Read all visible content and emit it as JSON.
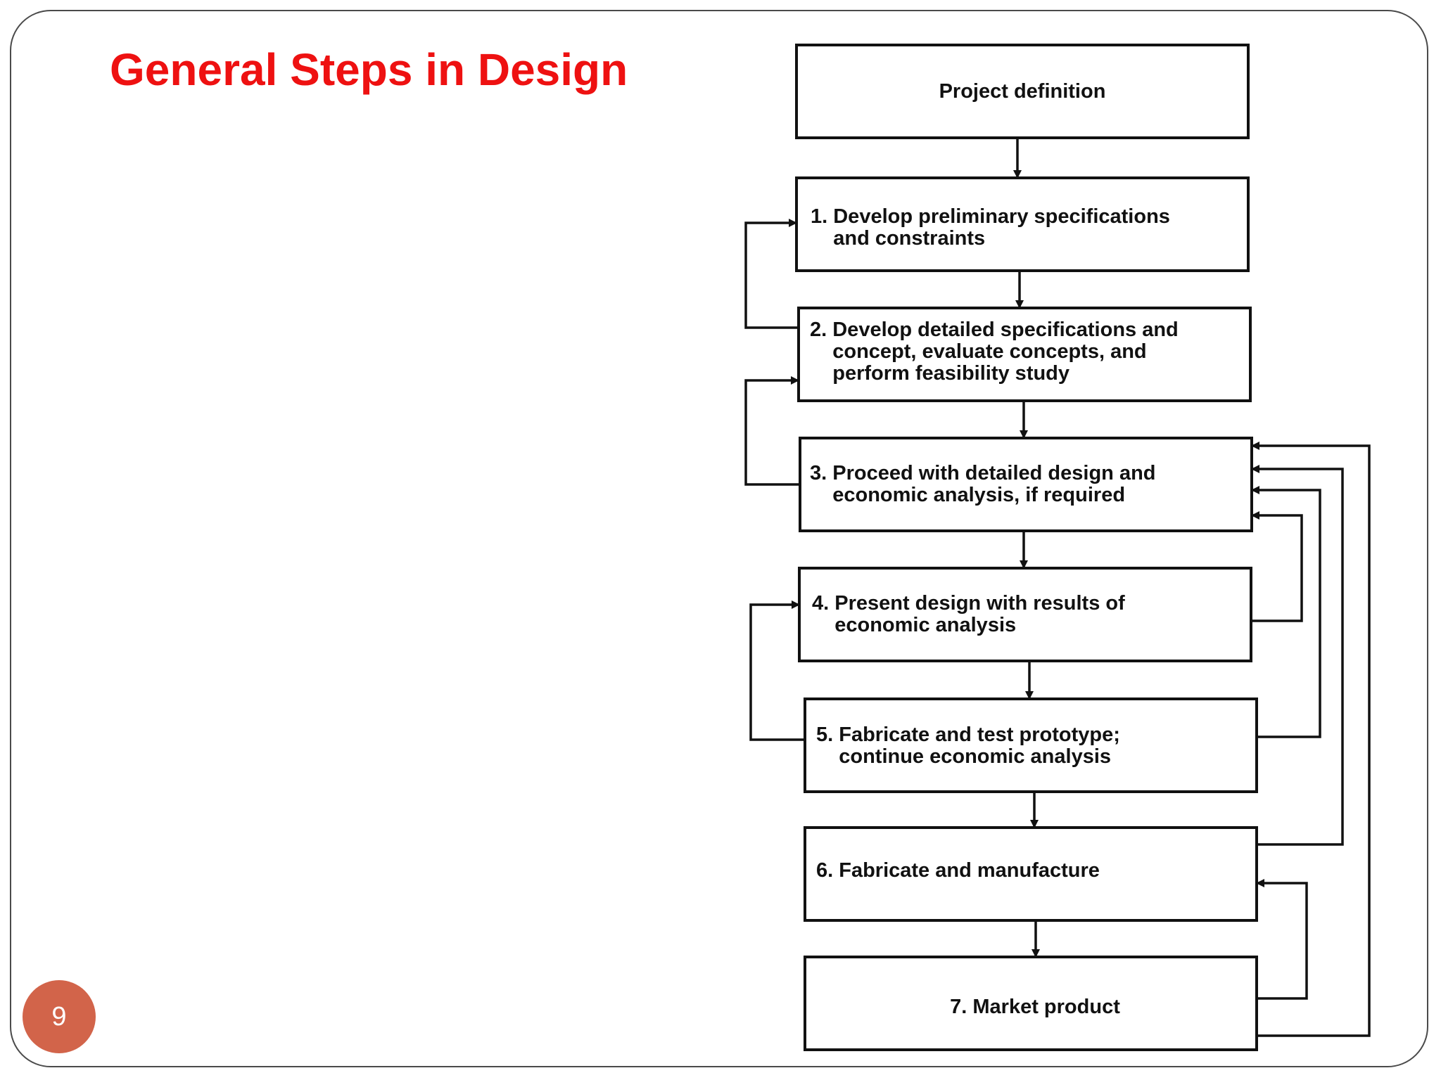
{
  "slide": {
    "title": "General Steps in Design",
    "page_number": "9"
  },
  "colors": {
    "title": "#ee1111",
    "page_badge": "#d2644a",
    "diagram_ink": "#111111"
  },
  "flowchart": {
    "boxes": [
      {
        "id": "project-definition",
        "lines": [
          "Project definition"
        ]
      },
      {
        "id": "step-1",
        "lines": [
          "1. Develop preliminary specifications",
          "    and constraints"
        ]
      },
      {
        "id": "step-2",
        "lines": [
          "2. Develop detailed specifications and",
          "    concept, evaluate concepts, and",
          "    perform feasibility study"
        ]
      },
      {
        "id": "step-3",
        "lines": [
          "3. Proceed with detailed design and",
          "    economic analysis, if required"
        ]
      },
      {
        "id": "step-4",
        "lines": [
          "4. Present design with results of",
          "    economic analysis"
        ]
      },
      {
        "id": "step-5",
        "lines": [
          "5. Fabricate and test prototype;",
          "    continue economic analysis"
        ]
      },
      {
        "id": "step-6",
        "lines": [
          "6. Fabricate and manufacture"
        ]
      },
      {
        "id": "step-7",
        "lines": [
          "7. Market product"
        ]
      }
    ],
    "connections": [
      {
        "from": "project-definition",
        "to": "step-1",
        "kind": "forward"
      },
      {
        "from": "step-1",
        "to": "step-2",
        "kind": "forward"
      },
      {
        "from": "step-2",
        "to": "step-3",
        "kind": "forward"
      },
      {
        "from": "step-3",
        "to": "step-4",
        "kind": "forward"
      },
      {
        "from": "step-4",
        "to": "step-5",
        "kind": "forward"
      },
      {
        "from": "step-5",
        "to": "step-6",
        "kind": "forward"
      },
      {
        "from": "step-6",
        "to": "step-7",
        "kind": "forward"
      },
      {
        "from": "step-2",
        "to": "step-1",
        "kind": "feedback"
      },
      {
        "from": "step-3",
        "to": "step-2",
        "kind": "feedback"
      },
      {
        "from": "step-5",
        "to": "step-4",
        "kind": "feedback"
      },
      {
        "from": "step-4",
        "to": "step-3",
        "kind": "feedback"
      },
      {
        "from": "step-5",
        "to": "step-3",
        "kind": "feedback"
      },
      {
        "from": "step-6",
        "to": "step-3",
        "kind": "feedback"
      },
      {
        "from": "step-7",
        "to": "step-3",
        "kind": "feedback"
      },
      {
        "from": "step-7",
        "to": "step-6",
        "kind": "feedback"
      }
    ]
  }
}
